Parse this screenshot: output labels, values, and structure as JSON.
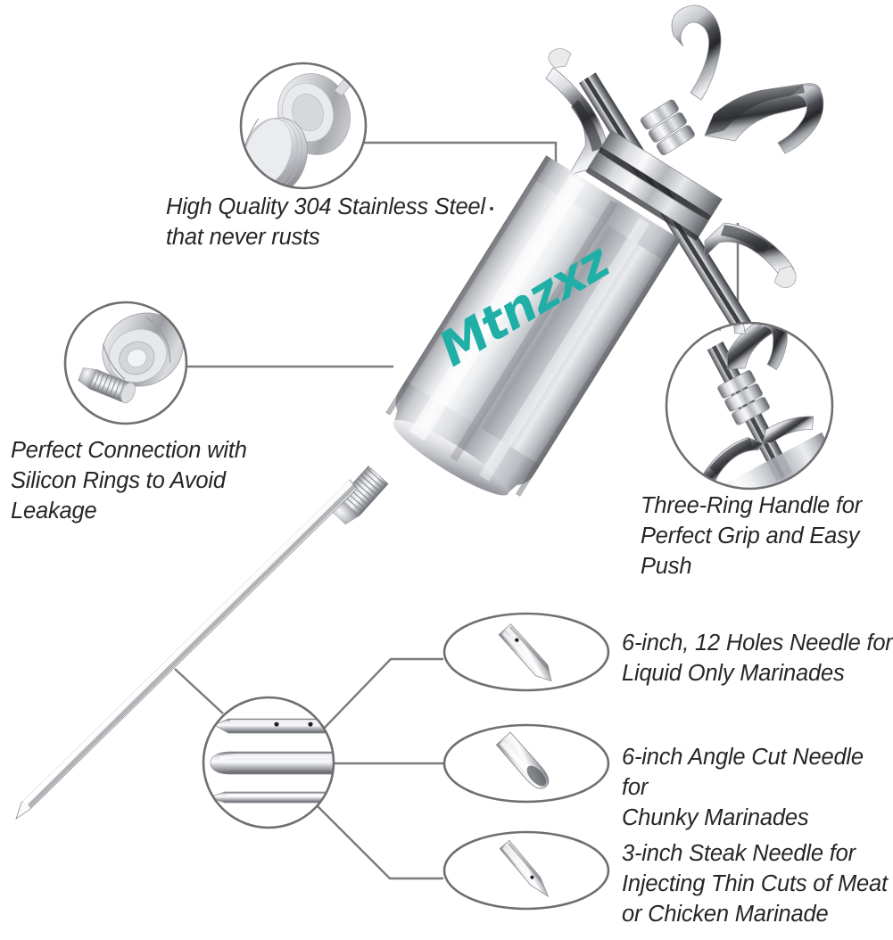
{
  "product": {
    "brand_logo_text": "Mtnzxz",
    "brand_logo_color": "#1FAFA6",
    "subject": "stainless-steel-meat-marinade-injector-syringe"
  },
  "colors": {
    "caption_text": "#262626",
    "leader_line": "#7b7b7b",
    "callout_outline": "#6f6f6f",
    "background": "#ffffff",
    "metal_light": "#fdfdfd",
    "metal_mid": "#c9cace",
    "metal_dark": "#6d6f74",
    "metal_shadow": "#2e3034"
  },
  "callouts": [
    {
      "id": "stainless-steel",
      "shape": "circle",
      "caption_lines": [
        "High Quality 304 Stainless Steel",
        "that never rusts"
      ],
      "caption": "High Quality 304 Stainless Steel\nthat never rusts",
      "detail": "two-stainless-discs"
    },
    {
      "id": "silicon-rings",
      "shape": "circle",
      "caption_lines": [
        "Perfect Connection with",
        "Silicon Rings to Avoid",
        "Leakage"
      ],
      "caption": "Perfect Connection with\nSilicon Rings to Avoid\nLeakage",
      "detail": "threaded-connector-and-silicon-ring"
    },
    {
      "id": "three-ring-handle",
      "shape": "circle",
      "caption_lines": [
        "Three-Ring Handle for",
        "Perfect Grip and Easy Push"
      ],
      "caption": "Three-Ring Handle for\nPerfect Grip and Easy Push",
      "detail": "three-ring-plunger-handle"
    },
    {
      "id": "needle-12-holes",
      "shape": "ellipse",
      "caption_lines": [
        "6-inch, 12 Holes Needle for",
        "Liquid Only Marinades"
      ],
      "caption": "6-inch, 12 Holes Needle for\nLiquid Only Marinades",
      "detail": "needle-with-holes"
    },
    {
      "id": "needle-angle-cut",
      "shape": "ellipse",
      "caption_lines": [
        "6-inch Angle Cut Needle for",
        "Chunky Marinades"
      ],
      "caption": "6-inch Angle Cut Needle for\nChunky Marinades",
      "detail": "angle-cut-needle"
    },
    {
      "id": "needle-steak",
      "shape": "ellipse",
      "caption_lines": [
        "3-inch Steak Needle for",
        "Injecting Thin Cuts of Meat",
        "or Chicken Marinade"
      ],
      "caption": "3-inch Steak Needle for\nInjecting Thin Cuts of Meat\nor Chicken Marinade",
      "detail": "short-steak-needle"
    }
  ],
  "needle_cluster": {
    "id": "needle-set",
    "shape": "circle",
    "count": 3,
    "items": [
      "6-inch 12 holes needle",
      "6-inch angle cut needle",
      "3-inch steak needle"
    ]
  }
}
